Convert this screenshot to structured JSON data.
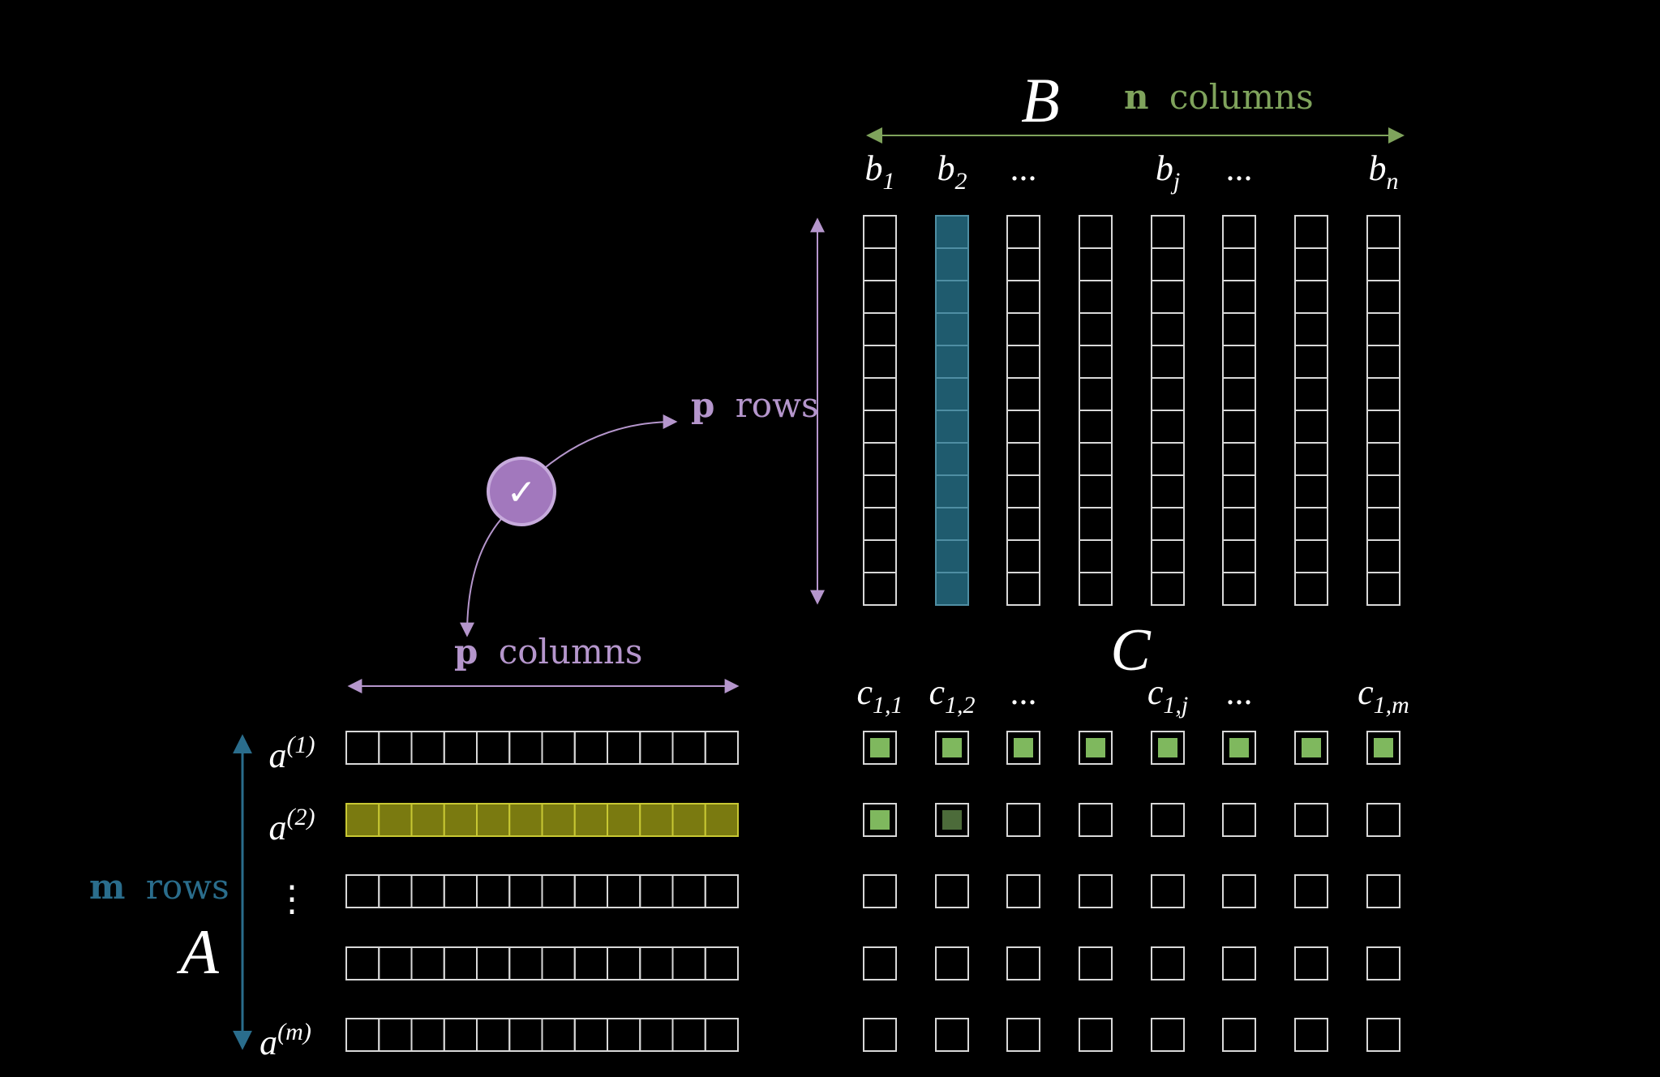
{
  "matrix_b": {
    "name": "B",
    "columns_label_bold": "n",
    "columns_label_text": "columns",
    "column_labels": [
      {
        "base": "b",
        "sub": "1"
      },
      {
        "base": "b",
        "sub": "2"
      },
      {
        "base": "",
        "sub": "",
        "dots": "..."
      },
      {
        "base": "",
        "sub": ""
      },
      {
        "base": "b",
        "sub": "j"
      },
      {
        "base": "",
        "sub": "",
        "dots": "..."
      },
      {
        "base": "",
        "sub": ""
      },
      {
        "base": "b",
        "sub": "n"
      }
    ],
    "rows_label_bold": "p",
    "rows_label_text": "rows",
    "highlighted_column": 1,
    "cells_per_column": 12,
    "num_columns": 8
  },
  "matrix_a": {
    "name": "A",
    "columns_label_bold": "p",
    "columns_label_text": "columns",
    "rows_label_bold": "m",
    "rows_label_text": "rows",
    "row_labels": [
      {
        "base": "a",
        "sup": "(1)"
      },
      {
        "base": "a",
        "sup": "(2)"
      },
      {
        "base": "",
        "sup": "",
        "dots": "⋮"
      },
      {
        "base": "",
        "sup": ""
      },
      {
        "base": "a",
        "sup": "(m)"
      }
    ],
    "highlighted_row": 1,
    "cells_per_row": 12,
    "num_rows": 5
  },
  "matrix_c": {
    "name": "C",
    "column_labels": [
      {
        "base": "c",
        "sub": "1,1"
      },
      {
        "base": "c",
        "sub": "1,2"
      },
      {
        "base": "",
        "sub": "",
        "dots": "..."
      },
      {
        "base": "",
        "sub": ""
      },
      {
        "base": "c",
        "sub": "1,j"
      },
      {
        "base": "",
        "sub": "",
        "dots": "..."
      },
      {
        "base": "",
        "sub": ""
      },
      {
        "base": "c",
        "sub": "1,m"
      }
    ],
    "filled_rows": [
      [
        1,
        1,
        1,
        1,
        1,
        1,
        1,
        1
      ],
      [
        1,
        0.5,
        0,
        0,
        0,
        0,
        0,
        0
      ],
      [
        0,
        0,
        0,
        0,
        0,
        0,
        0,
        0
      ],
      [
        0,
        0,
        0,
        0,
        0,
        0,
        0,
        0
      ],
      [
        0,
        0,
        0,
        0,
        0,
        0,
        0,
        0
      ]
    ]
  },
  "check_mark": "✓",
  "colors": {
    "background": "#000000",
    "grid_stroke": "#d8d8d8",
    "green": "#7fa35c",
    "green_fill": "#7fb85e",
    "green_dim": "#4c6b3a",
    "purple": "#b596cc",
    "teal": "#1f5b6e",
    "teal_stroke": "#4f8ea3",
    "blue": "#2a6d8c",
    "yellow": "#7a7a10",
    "yellow_stroke": "#c8c833"
  }
}
